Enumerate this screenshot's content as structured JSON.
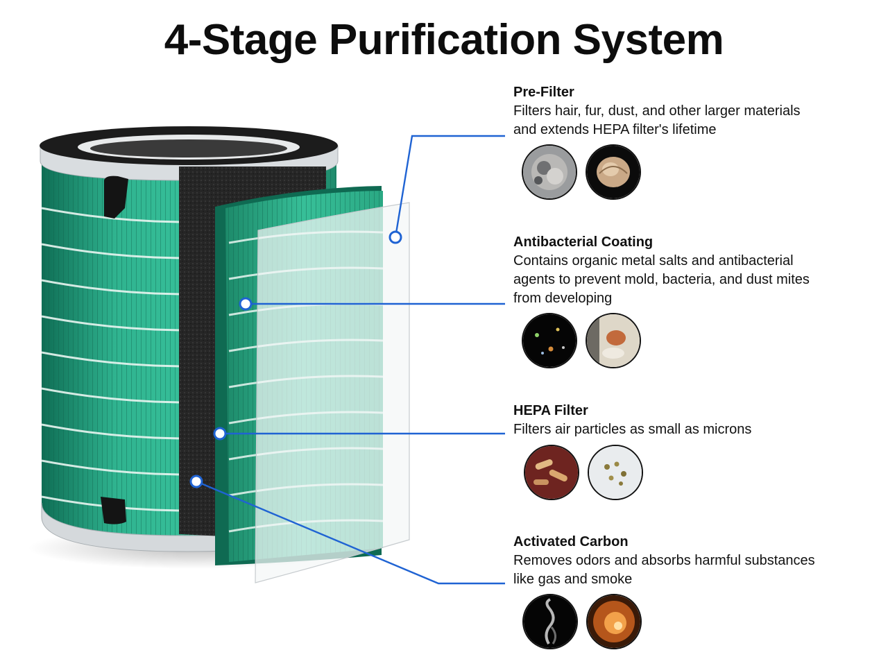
{
  "title": "4-Stage Purification System",
  "colors": {
    "callout": "#1f63d3",
    "filter_green": "#2fb38f",
    "carbon": "#2a2a2a",
    "frame": "#d9dde0"
  },
  "stages": [
    {
      "name": "Pre-Filter",
      "description": "Filters hair, fur, dust, and other larger materials\nand extends HEPA filter's lifetime",
      "images": [
        "dust-image",
        "fur-image"
      ]
    },
    {
      "name": "Antibacterial Coating",
      "description": "Contains organic metal salts and antibacterial\nagents to prevent mold, bacteria, and dust mites\nfrom developing",
      "images": [
        "bacteria-image",
        "dust-mite-image"
      ]
    },
    {
      "name": "HEPA Filter",
      "description": "Filters air particles as small as microns",
      "images": [
        "microbes-image",
        "particles-image"
      ]
    },
    {
      "name": "Activated Carbon",
      "description": "Removes odors and absorbs harmful substances\nlike gas and smoke",
      "images": [
        "smoke-image",
        "gas-image"
      ]
    }
  ]
}
